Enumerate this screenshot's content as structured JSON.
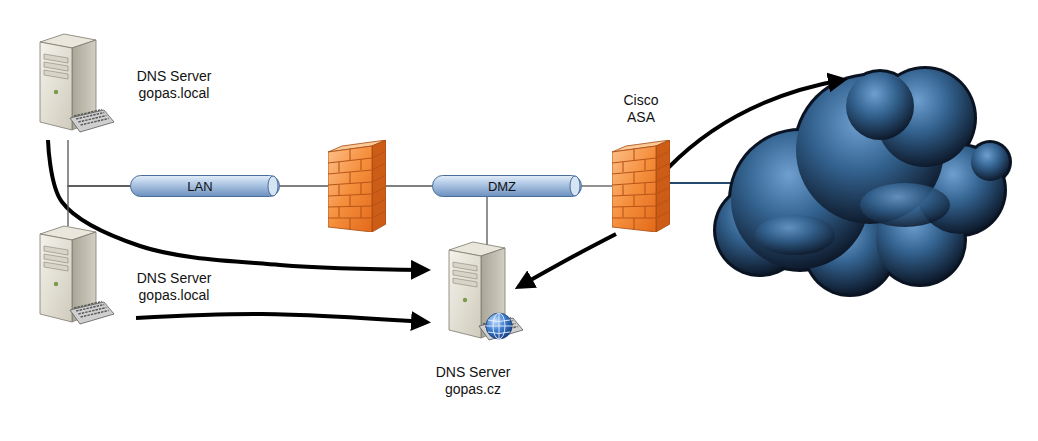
{
  "diagram": {
    "nodes": [
      {
        "text": [
          "DNS Server gopas.local"
        ]
      },
      {
        "text": [
          "DNS Server gopas.local"
        ]
      },
      {
        "text": [
          "LAN"
        ]
      },
      {
        "text": [
          "DMZ"
        ]
      },
      {
        "text": [
          "Cisco ASA"
        ]
      },
      {
        "text": [
          "DNS Server gopas.cz"
        ]
      }
    ],
    "edges": [
      {
        "from": 0,
        "to": 5,
        "arrow": "to"
      },
      {
        "from": 1,
        "to": 5,
        "arrow": "to"
      },
      {
        "from": 4,
        "to": 5,
        "arrow": "to"
      },
      {
        "from": 0,
        "to": 2,
        "arrow": "none"
      },
      {
        "from": 1,
        "to": 2,
        "arrow": "none"
      },
      {
        "from": 3,
        "to": 5,
        "arrow": "none"
      },
      {
        "from": 3,
        "to": 4,
        "arrow": "none"
      }
    ]
  }
}
